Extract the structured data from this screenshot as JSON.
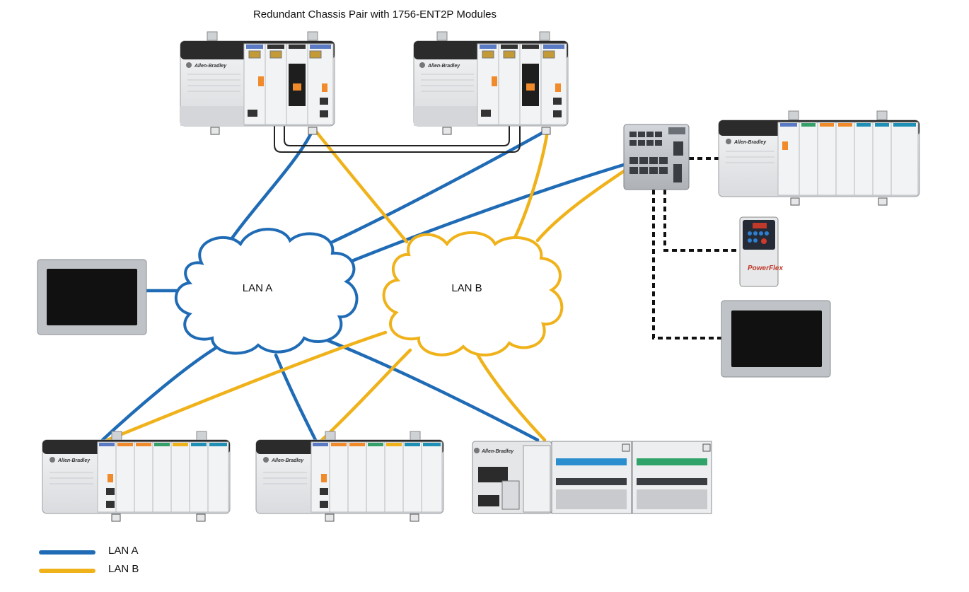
{
  "title": "Redundant Chassis Pair with 1756-ENT2P Modules",
  "clouds": [
    {
      "id": "lan-a",
      "label": "LAN A"
    },
    {
      "id": "lan-b",
      "label": "LAN B"
    }
  ],
  "legend": [
    {
      "label": "LAN A",
      "color": "#1f6bb5"
    },
    {
      "label": "LAN B",
      "color": "#f0b21a"
    }
  ],
  "device_labels": {
    "brand": "Allen-Bradley",
    "drive_brand": "PowerFlex"
  },
  "colors": {
    "lan_a": "#1f6bb5",
    "lan_b": "#f0b21a",
    "nonredundant": "#111111",
    "chassis_body": "#e9eaec",
    "chassis_top": "#2a2a2a"
  }
}
